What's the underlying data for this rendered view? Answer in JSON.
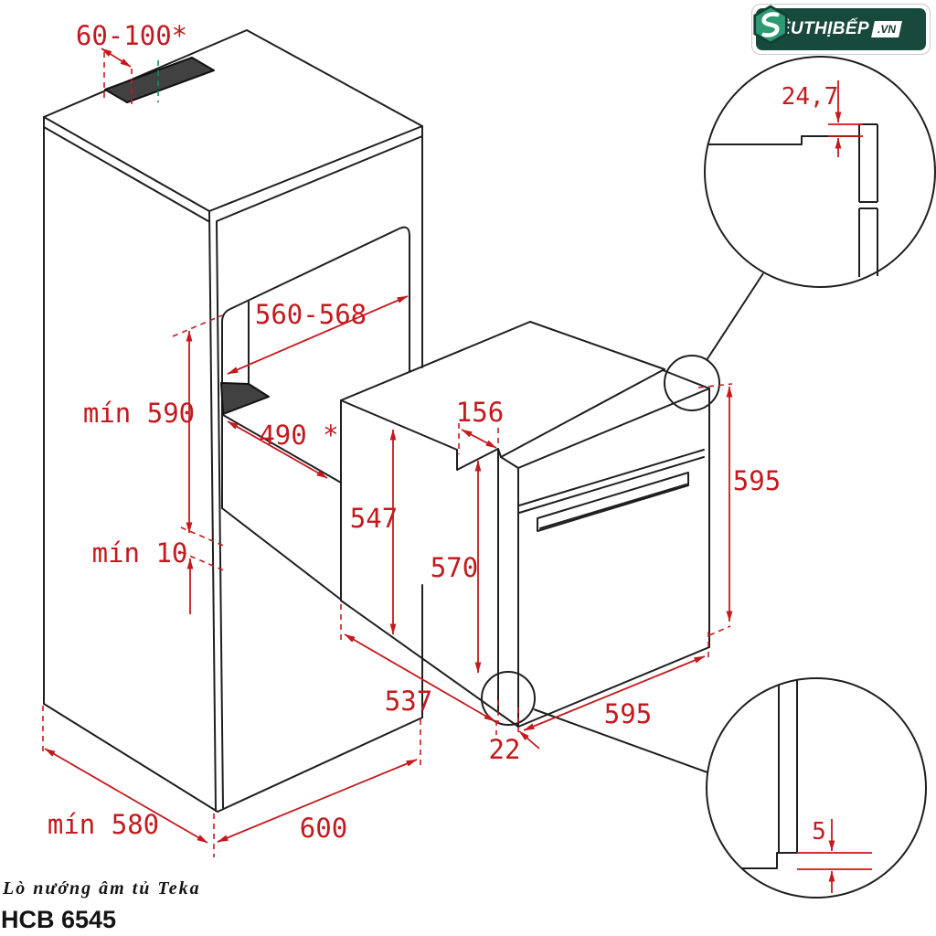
{
  "logo": {
    "brand": "SIÊUTHỊBẾP",
    "tld": ".VN",
    "icon": "hexagon-s-icon",
    "colors": {
      "panel": "#17493c",
      "hex_fill": "#2c9a72",
      "hex_stroke": "#123f33"
    }
  },
  "footer": {
    "caption": "Lò nướng âm tủ Teka",
    "model": "HCB 6545"
  },
  "diagram": {
    "type": "oven-built-in-installation-drawing",
    "colors": {
      "line": "#1f1f1f",
      "dim": "#c4191d",
      "vent_fill": "#414141",
      "green_dash": "#0c8a6e"
    },
    "dimensions": {
      "top_vent_width": "60-100*",
      "niche_width": "560-568",
      "niche_height_min": "mín 590",
      "shelf_vent_depth": "490 *",
      "bottom_gap_min": "mín 10",
      "oven_body_height": "547",
      "top_notch_depth": "156",
      "oven_rear_height": "570",
      "front_panel_height": "595",
      "oven_body_depth": "537",
      "front_panel_width": "595",
      "front_overhang": "22",
      "cabinet_depth_min": "mín 580",
      "cabinet_width": "600",
      "detail_top_offset": "24,7",
      "detail_bottom_gap": "5"
    }
  }
}
